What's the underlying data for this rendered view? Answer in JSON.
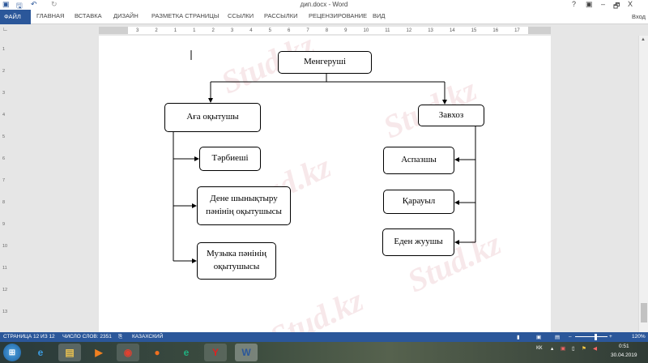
{
  "window": {
    "title": "дип.docx - Word",
    "help": "?",
    "minimize": "–",
    "restore": "🗗",
    "close": "X"
  },
  "ribbon": {
    "tabs": [
      "ФАЙЛ",
      "ГЛАВНАЯ",
      "ВСТАВКА",
      "ДИЗАЙН",
      "РАЗМЕТКА СТРАНИЦЫ",
      "ССЫЛКИ",
      "РАССЫЛКИ",
      "РЕЦЕНЗИРОВАНИЕ",
      "ВИД"
    ],
    "login": "Вход"
  },
  "ruler": {
    "ticks": [
      "3",
      "2",
      "1",
      "1",
      "2",
      "3",
      "4",
      "5",
      "6",
      "7",
      "8",
      "9",
      "10",
      "11",
      "12",
      "13",
      "14",
      "15",
      "16",
      "17"
    ],
    "vticks": [
      "1",
      "2",
      "3",
      "4",
      "5",
      "6",
      "7",
      "8",
      "9",
      "10",
      "11",
      "12",
      "13"
    ]
  },
  "diagram": {
    "root": "Менгеруші",
    "left_head": "Аға оқытушы",
    "right_head": "Завхоз",
    "left_items": [
      "Тәрбиеші",
      "Дене шынықтыру пәнінің оқытушысы",
      "Музыка пәнінің оқытушысы"
    ],
    "right_items": [
      "Аспазшы",
      "Қарауыл",
      "Еден жуушы"
    ]
  },
  "watermark": "Stud.kz - Stud.kz",
  "status": {
    "page": "СТРАНИЦА 12 ИЗ 12",
    "words": "ЧИСЛО СЛОВ: 2351",
    "language": "КАЗАХСКИЙ",
    "zoom": "120%",
    "zoom_percent": 120
  },
  "taskbar": {
    "lang": "КК",
    "time": "0:51",
    "date": "30.04.2019"
  }
}
